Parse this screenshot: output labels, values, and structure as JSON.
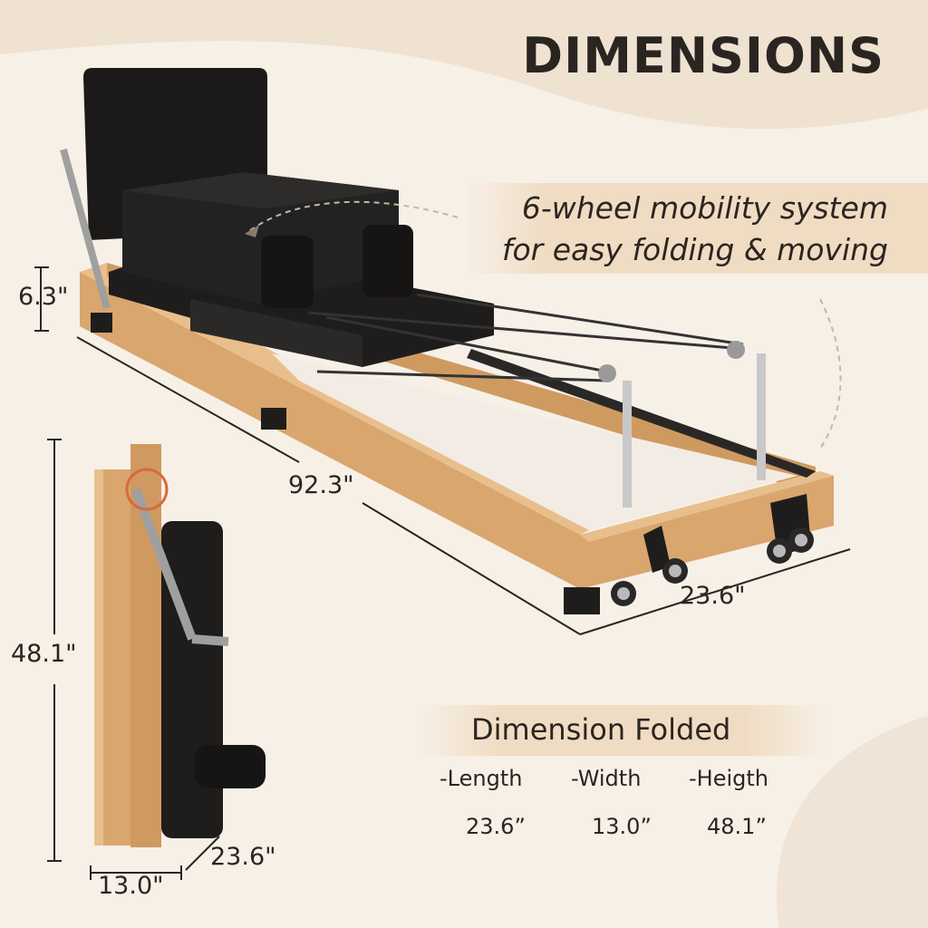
{
  "title": "DIMENSIONS",
  "feature": {
    "line1": "6-wheel mobility system",
    "line2": "for easy folding & moving"
  },
  "dimensions": {
    "height_side": "6.3\"",
    "length": "92.3\"",
    "width": "23.6\"",
    "folded_height": "48.1\"",
    "folded_width": "13.0\"",
    "folded_depth": "23.6\""
  },
  "folded": {
    "title": "Dimension Folded",
    "specs": [
      {
        "label": "-Length",
        "value": "23.6”"
      },
      {
        "label": "-Width",
        "value": "13.0”"
      },
      {
        "label": "-Heigth",
        "value": "48.1”"
      }
    ]
  },
  "colors": {
    "wood": "#d9a66e",
    "wood_dark": "#c08a52",
    "upholstery": "#1f1d1c",
    "metal": "#b9b9b9",
    "band": "#f0dcc3",
    "text": "#2b2522"
  }
}
